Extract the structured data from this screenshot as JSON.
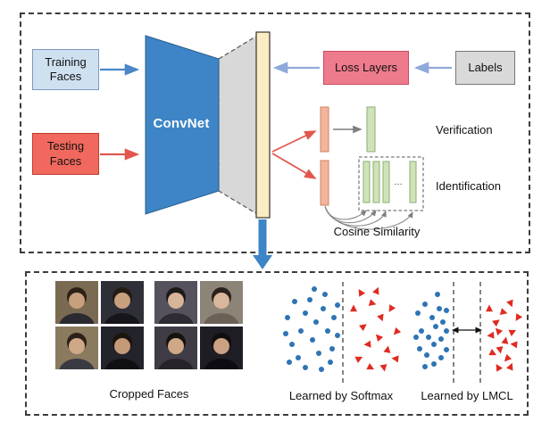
{
  "diagram": {
    "training_faces": "Training Faces",
    "testing_faces": "Testing Faces",
    "convnet": "ConvNet",
    "loss_layers": "Loss Layers",
    "labels": "Labels",
    "verification": "Verification",
    "identification": "Identification",
    "cosine_similarity": "Cosine Similarity",
    "ellipsis": "…",
    "cropped_faces": "Cropped Faces",
    "learned_by_softmax": "Learned by Softmax",
    "learned_by_lmcl": "Learned by LMCL"
  },
  "colors": {
    "training_fill": "#cfe0f1",
    "training_border": "#7a99bd",
    "testing_fill": "#f1695e",
    "testing_border": "#bf3b2f",
    "convnet_fill": "#3d85c6",
    "flatten_fill": "#d8d8d8",
    "loss_fill": "#ee7b8b",
    "loss_border": "#c94b60",
    "labels_fill": "#d9d9d9",
    "labels_border": "#777777",
    "feature_fill": "#fcecc3",
    "salmon_bar": "#f2b59c",
    "salmon_border": "#cf8260",
    "green_bar": "#cfe3ba",
    "green_border": "#8fae72",
    "dot": "#2e74b5",
    "triangle": "#e02b20",
    "arrow_blue": "#4a86c8",
    "arrow_red": "#e2574c",
    "arrow_peri": "#8ea9db",
    "arrow_gray": "#7f7f7f",
    "thick_arrow": "#3d85c6"
  },
  "scatter": {
    "softmax": {
      "dots": [
        [
          10,
          40
        ],
        [
          18,
          22
        ],
        [
          25,
          55
        ],
        [
          30,
          35
        ],
        [
          15,
          70
        ],
        [
          35,
          20
        ],
        [
          42,
          45
        ],
        [
          50,
          30
        ],
        [
          38,
          65
        ],
        [
          22,
          85
        ],
        [
          45,
          80
        ],
        [
          55,
          55
        ],
        [
          62,
          40
        ],
        [
          52,
          14
        ],
        [
          8,
          58
        ],
        [
          30,
          96
        ],
        [
          48,
          98
        ],
        [
          60,
          75
        ],
        [
          66,
          60
        ],
        [
          12,
          90
        ],
        [
          40,
          8
        ],
        [
          58,
          90
        ],
        [
          66,
          26
        ]
      ],
      "triangles": [
        [
          84,
          30
        ],
        [
          95,
          50
        ],
        [
          105,
          24
        ],
        [
          115,
          40
        ],
        [
          126,
          30
        ],
        [
          100,
          70
        ],
        [
          112,
          62
        ],
        [
          122,
          76
        ],
        [
          90,
          86
        ],
        [
          103,
          96
        ],
        [
          118,
          96
        ],
        [
          132,
          56
        ],
        [
          131,
          86
        ],
        [
          92,
          12
        ],
        [
          110,
          10
        ]
      ]
    },
    "lmcl": {
      "dots": [
        [
          8,
          35
        ],
        [
          16,
          25
        ],
        [
          24,
          40
        ],
        [
          32,
          30
        ],
        [
          12,
          55
        ],
        [
          20,
          62
        ],
        [
          28,
          50
        ],
        [
          36,
          45
        ],
        [
          10,
          75
        ],
        [
          18,
          82
        ],
        [
          26,
          70
        ],
        [
          34,
          64
        ],
        [
          40,
          55
        ],
        [
          16,
          95
        ],
        [
          26,
          92
        ],
        [
          34,
          85
        ],
        [
          40,
          76
        ],
        [
          6,
          62
        ],
        [
          30,
          14
        ],
        [
          40,
          32
        ]
      ],
      "triangles": [
        [
          88,
          30
        ],
        [
          96,
          45
        ],
        [
          104,
          34
        ],
        [
          112,
          24
        ],
        [
          120,
          40
        ],
        [
          90,
          60
        ],
        [
          98,
          55
        ],
        [
          106,
          66
        ],
        [
          114,
          56
        ],
        [
          92,
          80
        ],
        [
          100,
          76
        ],
        [
          108,
          86
        ],
        [
          116,
          70
        ],
        [
          98,
          96
        ],
        [
          112,
          95
        ]
      ]
    }
  },
  "faces": {
    "left": [
      {
        "bg": "#7b6a52",
        "skin": "#c9a07e",
        "hair": "#2b2118",
        "shirt": "#2a2a30"
      },
      {
        "bg": "#2f2f38",
        "skin": "#c9a07e",
        "hair": "#241c14",
        "shirt": "#15151a"
      },
      {
        "bg": "#8a7a5e",
        "skin": "#cfa888",
        "hair": "#2b2118",
        "shirt": "#3a3a42"
      },
      {
        "bg": "#23232b",
        "skin": "#c49a78",
        "hair": "#1c140e",
        "shirt": "#101014"
      }
    ],
    "right": [
      {
        "bg": "#55525e",
        "skin": "#d7b49a",
        "hair": "#1d1a18",
        "shirt": "#2e2b34"
      },
      {
        "bg": "#8d8478",
        "skin": "#d9b79c",
        "hair": "#2a211c",
        "shirt": "#6b6257"
      },
      {
        "bg": "#403c46",
        "skin": "#cfa888",
        "hair": "#16130f",
        "shirt": "#26232b"
      },
      {
        "bg": "#1f1d24",
        "skin": "#caa183",
        "hair": "#110f0d",
        "shirt": "#0d0c10"
      }
    ]
  }
}
